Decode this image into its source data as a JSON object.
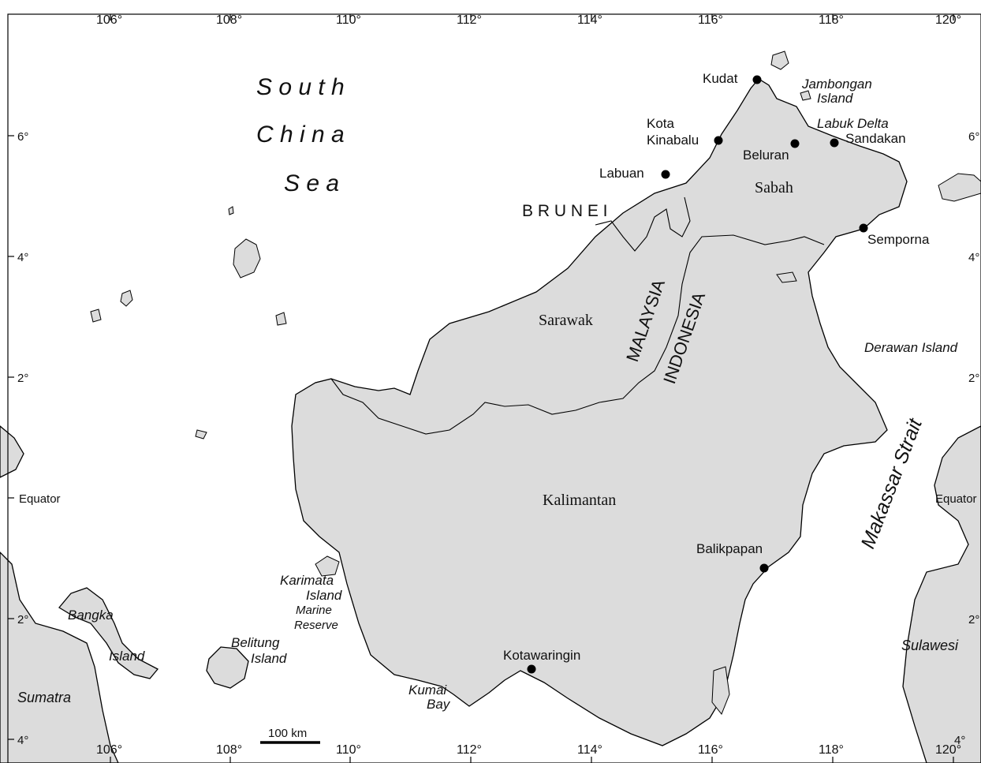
{
  "longitude_ticks": [
    "106°",
    "108°",
    "110°",
    "112°",
    "114°",
    "116°",
    "118°",
    "120°"
  ],
  "latitude_ticks_top": [
    "6°",
    "4°",
    "2°"
  ],
  "latitude_ticks_bottom": [
    "2°",
    "4°"
  ],
  "equator_label": "Equator",
  "sea": {
    "line1": "S o u t h",
    "line2": "C h i n a",
    "line3": "S e a"
  },
  "countries": {
    "brunei": "B R U N E I",
    "malaysia": "MALAYSIA",
    "indonesia": "INDONESIA"
  },
  "regions": {
    "sabah": "Sabah",
    "sarawak": "Sarawak",
    "kalimantan": "Kalimantan",
    "sumatra": "Sumatra",
    "sulawesi": "Sulawesi"
  },
  "cities": {
    "kudat": "Kudat",
    "kota_line1": "Kota",
    "kota_line2": "Kinabalu",
    "labuan": "Labuan",
    "beluran": "Beluran",
    "sandakan": "Sandakan",
    "semporna": "Semporna",
    "balikpapan": "Balikpapan",
    "kotawaringin": "Kotawaringin"
  },
  "features": {
    "jambongan_line1": "Jambongan",
    "jambongan_line2": "Island",
    "labuk_delta": "Labuk Delta",
    "derawan_island": "Derawan Island",
    "makassar_strait": "Makassar Strait",
    "karimata_line1": "Karimata",
    "karimata_line2": "Island",
    "karimata_line3": "Marine",
    "karimata_line4": "Reserve",
    "bangka_line1": "Bangka",
    "bangka_line2": "Island",
    "belitung_line1": "Belitung",
    "belitung_line2": "Island",
    "kumai_line1": "Kumai",
    "kumai_line2": "Bay"
  },
  "scale_bar": {
    "label": "100 km"
  },
  "colors": {
    "land": "#dcdcdc",
    "water": "#ffffff",
    "outline": "#000000"
  }
}
